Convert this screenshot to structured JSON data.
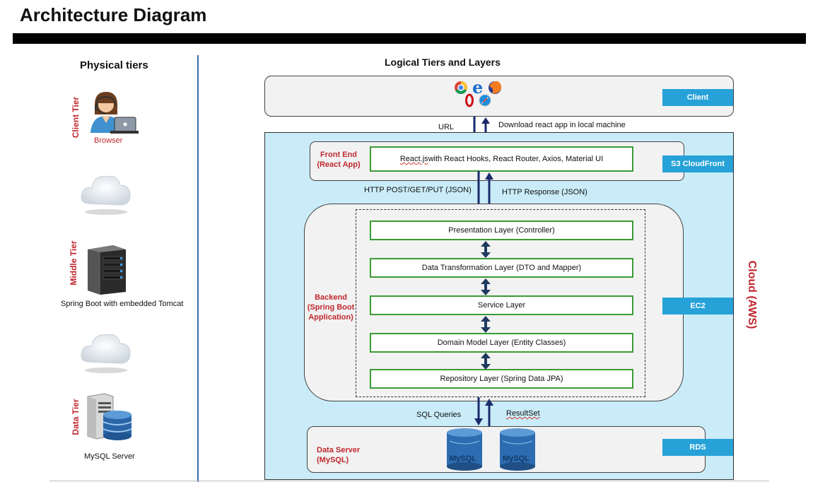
{
  "title": "Architecture Diagram",
  "physical": {
    "heading": "Physical tiers",
    "client_tier": "Client Tier",
    "browser": "Browser",
    "middle_tier": "Middle Tier",
    "server_caption": "Spring Boot with embedded Tomcat",
    "data_tier": "Data Tier",
    "db_caption": "MySQL Server"
  },
  "logical": {
    "heading": "Logical Tiers and Layers",
    "client_tag": "Client",
    "url": "URL",
    "download": "Download react app in local machine",
    "frontend_label_1": "Front End",
    "frontend_label_2": "(React App)",
    "react_prefix": "React.js",
    "react_rest": " with React Hooks, React Router, Axios, Material UI",
    "s3_tag": "S3 CloudFront",
    "http_request": "HTTP POST/GET/PUT (JSON)",
    "http_response": "HTTP Response (JSON)",
    "backend_label_1": "Backend",
    "backend_label_2": "(Spring Boot",
    "backend_label_3": "Application)",
    "layers": [
      "Presentation Layer (Controller)",
      "Data Transformation Layer (DTO and Mapper)",
      "Service Layer",
      "Domain Model Layer (Entity Classes)",
      "Repository Layer (Spring Data JPA)"
    ],
    "ec2_tag": "EC2",
    "cloud_label": "Cloud (AWS)",
    "sql_queries": "SQL Queries",
    "resultset": "ResultSet",
    "dataserver_label_1": "Data Server",
    "dataserver_label_2": "(MySQL)",
    "rds_tag": "RDS",
    "db_logo_text": "MySQL"
  },
  "colors": {
    "tier_red": "#c0282e",
    "cloud_blue": "#c9ecf8",
    "tag_blue": "#26a2d8",
    "layer_green": "#3b9b35",
    "arrow_navy": "#1a2a6c"
  }
}
